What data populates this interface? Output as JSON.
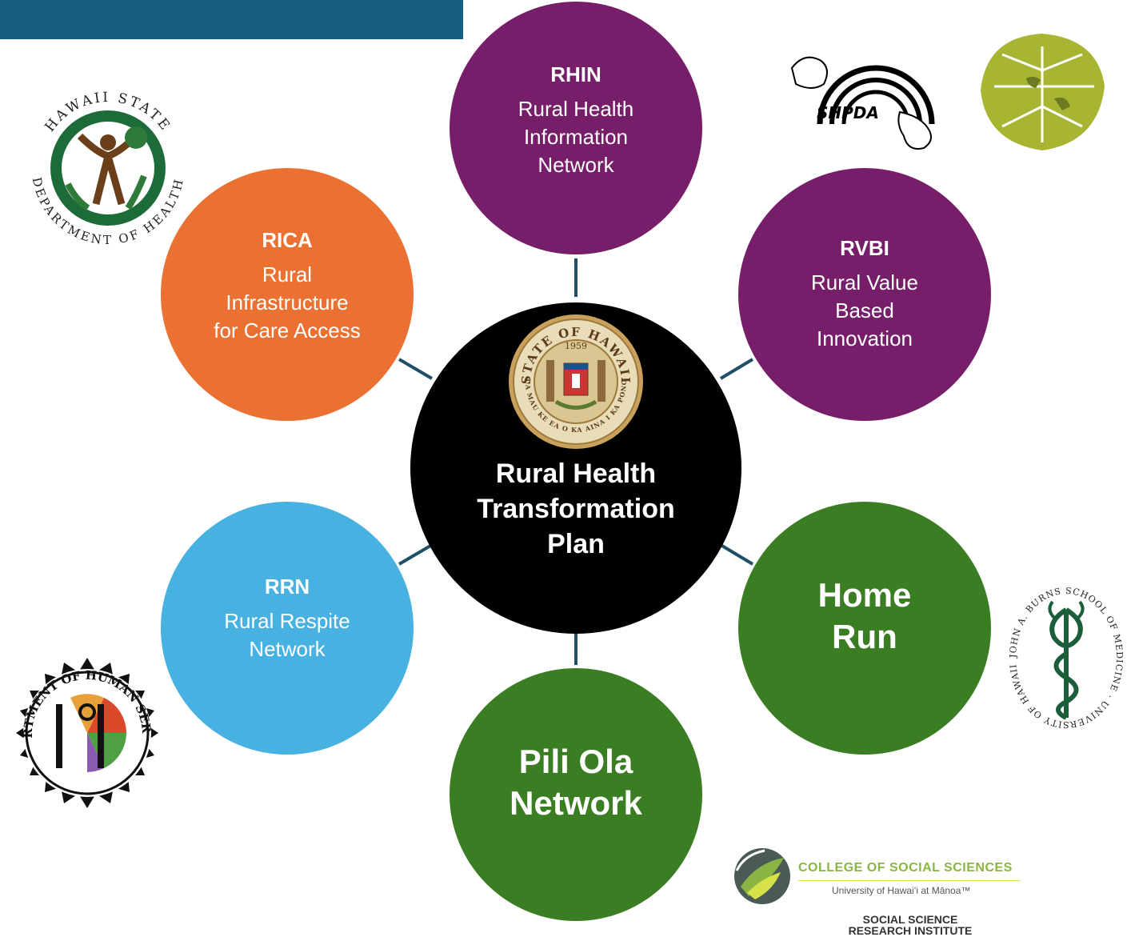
{
  "hub": {
    "title_line1": "Rural Health",
    "title_line2": "Transformation",
    "title_line3": "Plan",
    "seal_top_text": "STATE OF HAWAII",
    "seal_year": "1959",
    "seal_motto": "UA MAU KE EA O KA AINA I KA PONO"
  },
  "nodes": {
    "rhin": {
      "abbr": "RHIN",
      "line1": "Rural Health",
      "line2": "Information",
      "line3": "Network",
      "color": "#771e6b"
    },
    "rvbi": {
      "abbr": "RVBI",
      "line1": "Rural Value",
      "line2": "Based",
      "line3": "Innovation",
      "color": "#771e6b"
    },
    "rica": {
      "abbr": "RICA",
      "line1": "Rural",
      "line2": "Infrastructure",
      "line3": "for Care Access",
      "color": "#eb7132"
    },
    "rrn": {
      "abbr": "RRN",
      "line1": "Rural Respite",
      "line2": "Network",
      "color": "#47b1e1"
    },
    "homerun": {
      "line1": "Home",
      "line2": "Run",
      "color": "#3b7d23"
    },
    "piliola": {
      "line1": "Pili Ola",
      "line2": "Network",
      "color": "#3b7d23"
    }
  },
  "logos": {
    "doh_arc_text": "HAWAII STATE",
    "doh_bottom_text": "DEPARTMENT OF HEALTH",
    "shpda_text": "SHPDA",
    "dhs_text": "DEPARTMENT OF HUMAN SERVICES",
    "jabsom_text": "JOHN A. BURNS SCHOOL OF MEDICINE · UNIVERSITY OF HAWAII MANOA",
    "college_title": "COLLEGE OF SOCIAL SCIENCES",
    "college_sub": "University of Hawaiʻi at Mānoa™",
    "ssri_line1": "SOCIAL SCIENCE",
    "ssri_line2": "RESEARCH INSTITUTE"
  },
  "colors": {
    "header_bar": "#165e80",
    "connector": "#1e4f66"
  }
}
